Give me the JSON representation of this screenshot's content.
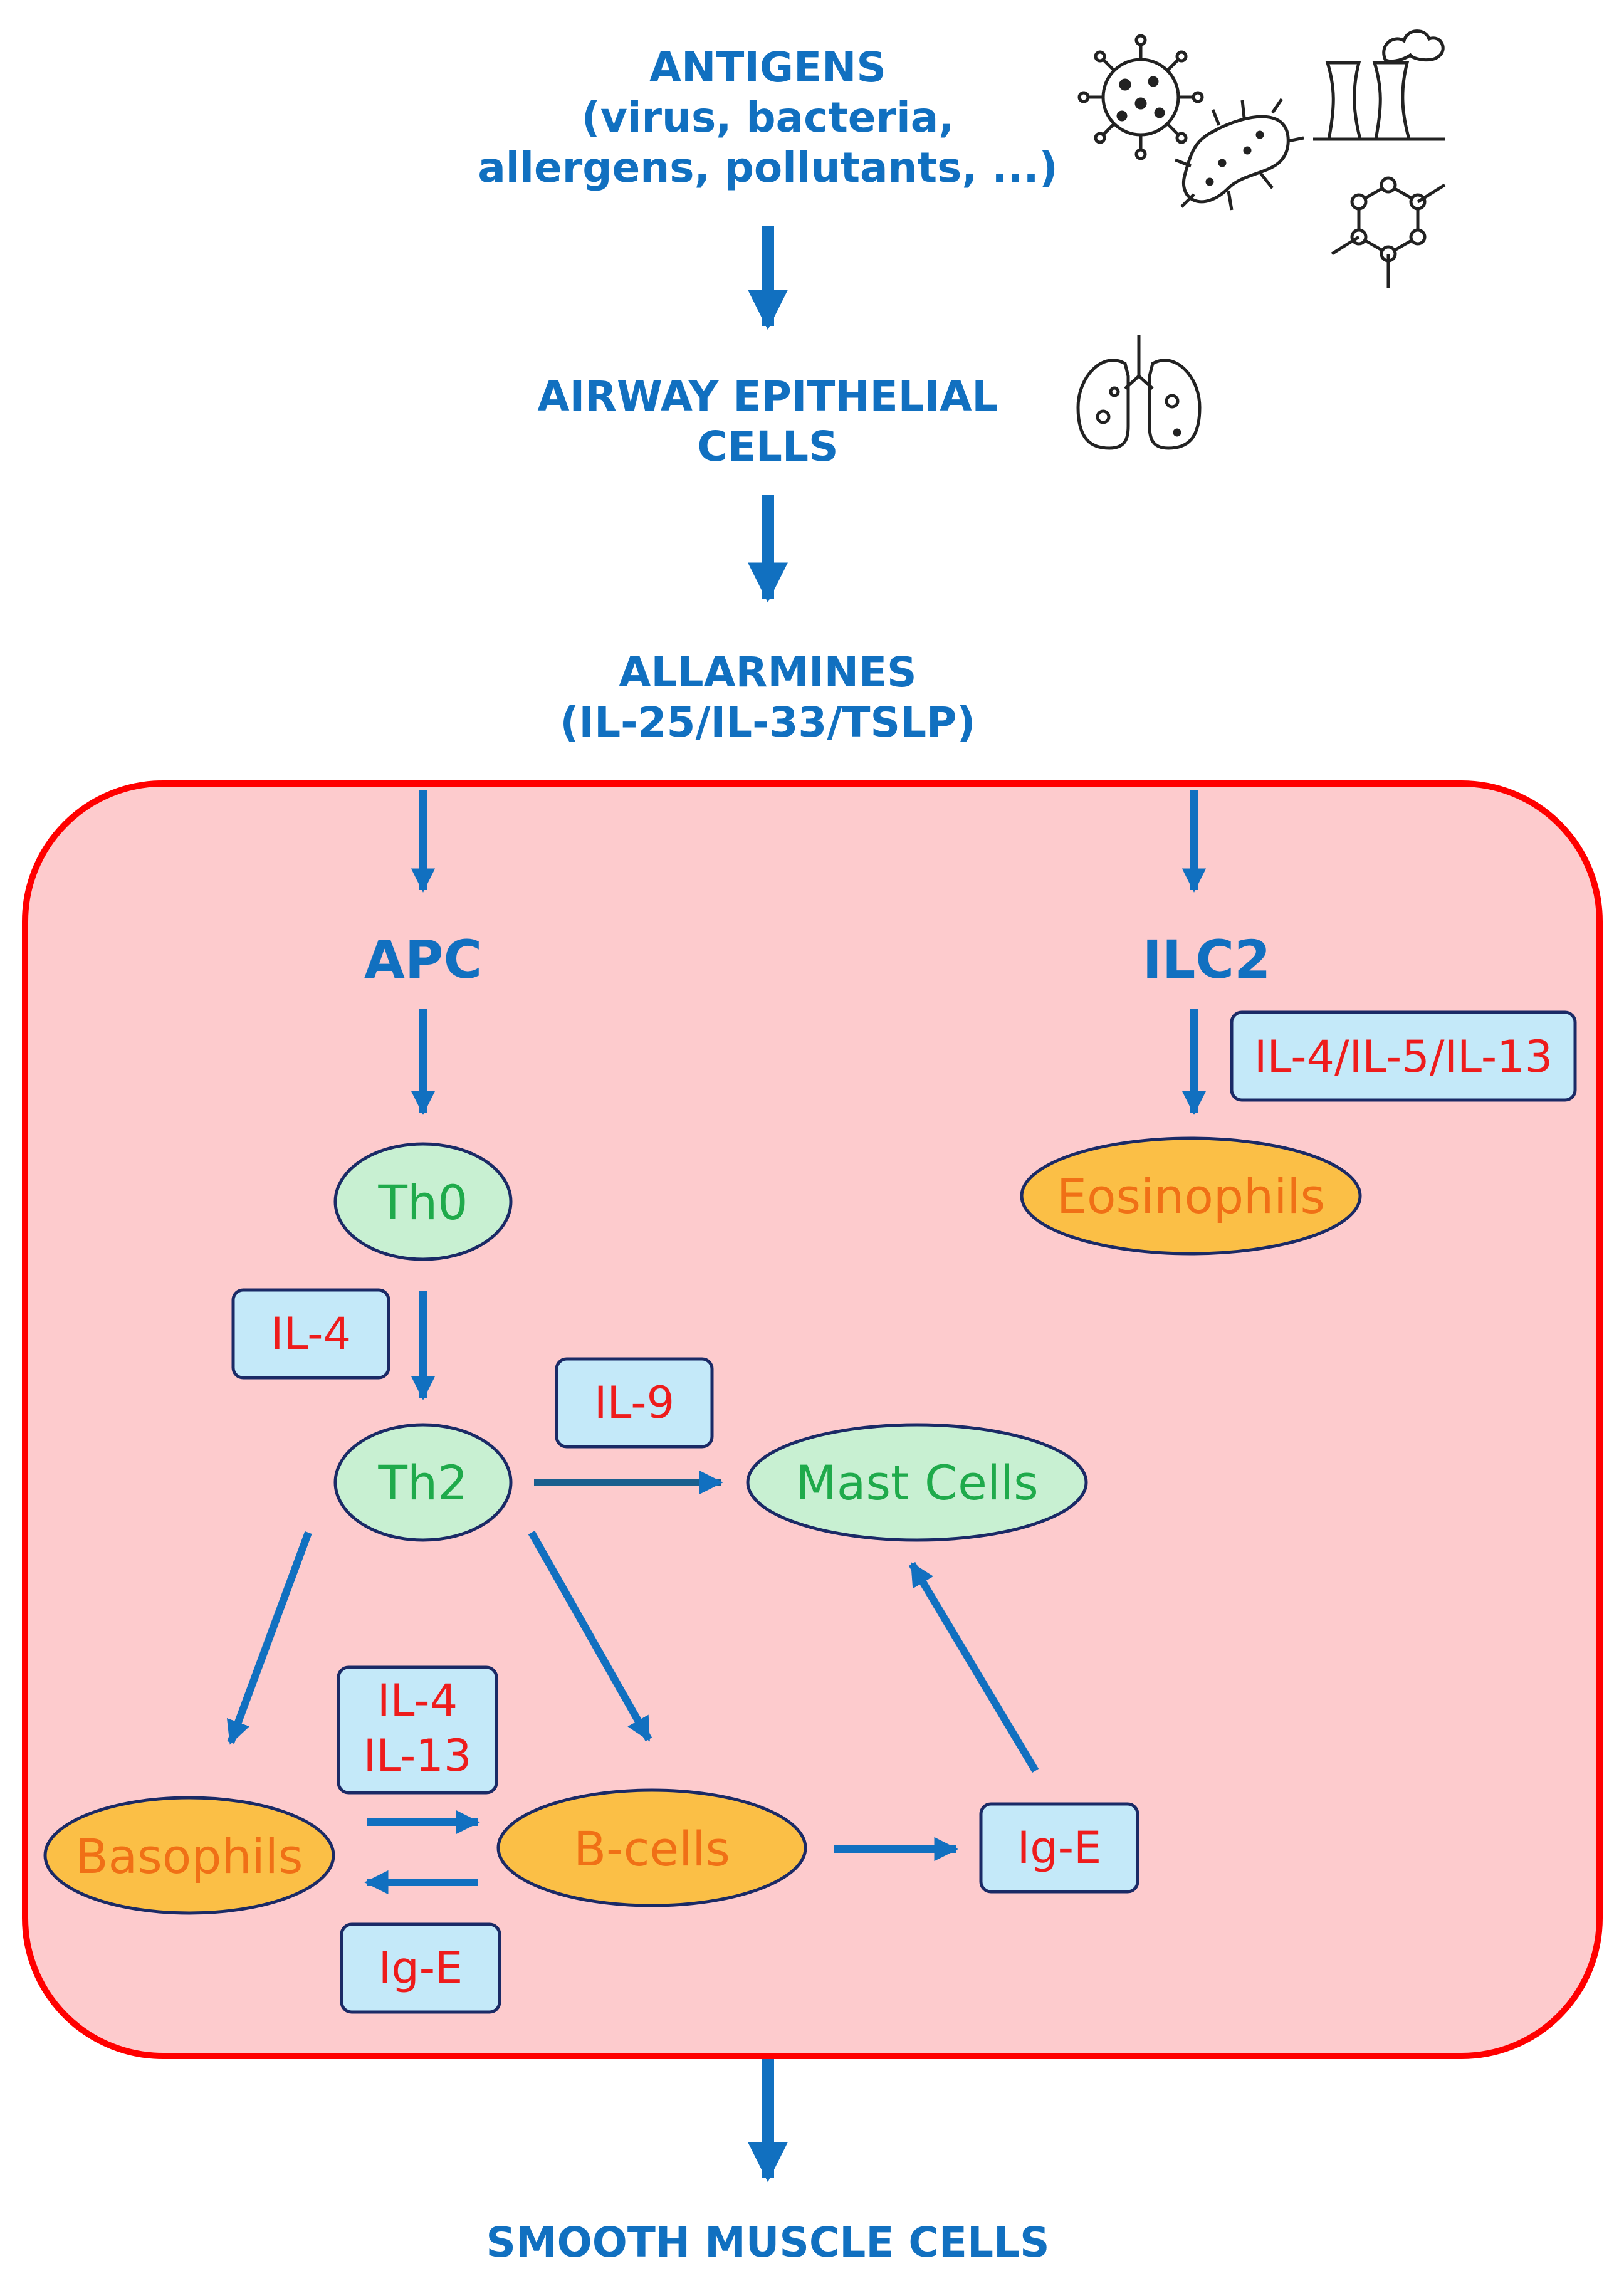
{
  "top": {
    "antigens_title": "ANTIGENS",
    "antigens_line2": "(virus, bacteria,",
    "antigens_line3": "allergens, pollutants, ...)",
    "epithelial_line1": "AIRWAY EPITHELIAL",
    "epithelial_line2": "CELLS",
    "allarmines_line1": "ALLARMINES",
    "allarmines_line2": "(IL-25/IL-33/TSLP)"
  },
  "nodes": {
    "apc": "APC",
    "ilc2": "ILC2",
    "th0": "Th0",
    "th2": "Th2",
    "mast_cells": "Mast Cells",
    "eosinophils": "Eosinophils",
    "basophils": "Basophils",
    "b_cells": "B-cells"
  },
  "cytokines": {
    "ilc2_mediators": "IL-4/IL-5/IL-13",
    "th0_to_th2": "IL-4",
    "th2_to_mast": "IL-9",
    "b_cell_line1": "IL-4",
    "b_cell_line2": "IL-13",
    "ige_basophil": "Ig-E",
    "ige_bcell": "Ig-E"
  },
  "bottom": {
    "smooth_muscle": "SMOOTH MUSCLE CELLS"
  },
  "colors": {
    "arrow_blue": "#1170c0",
    "region_fill": "#fdcbcd",
    "region_border": "#ff0000",
    "green_cell_fill": "#c8f0d2",
    "green_text": "#1faa4b",
    "orange_cell_fill": "#fbbf46",
    "orange_text": "#f07016",
    "box_fill": "#c4e9f9",
    "box_text": "#ee1c1c",
    "outline_navy": "#1a2a66"
  },
  "icons": [
    "virus-icon",
    "bacterium-icon",
    "factory-icon",
    "molecule-icon",
    "lungs-icon"
  ]
}
